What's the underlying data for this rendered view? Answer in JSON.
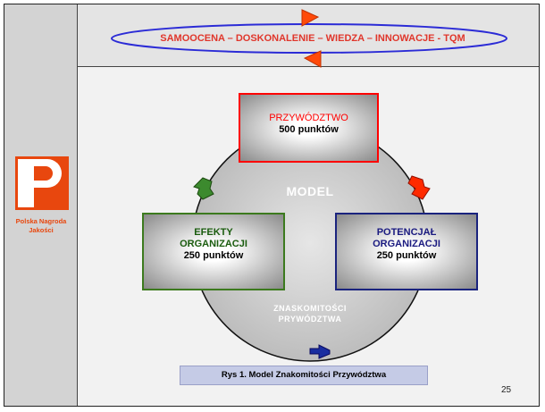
{
  "header": {
    "banner": "SAMOOCENA – DOSKONALENIE – WIEDZA – INNOWACJE - TQM"
  },
  "sidebar": {
    "logo_icon": "polska-nagroda-jakosci-logo",
    "logo_text_line1": "Polska Nagroda",
    "logo_text_line2": "Jakości"
  },
  "diagram": {
    "center_label": "MODEL",
    "bottom_caption_line1": "ZNASKOMITOŚCI",
    "bottom_caption_line2": "PRYWÓDZTWA",
    "boxes": {
      "top": {
        "title": "PRZYWÓDZTWO",
        "points": "500 punktów"
      },
      "left": {
        "title_line1": "EFEKTY",
        "title_line2": "ORGANIZACJI",
        "points": "250 punktów"
      },
      "right": {
        "title_line1": "POTENCJAŁ",
        "title_line2": "ORGANIZACJI",
        "points": "250 punktów"
      }
    },
    "colors": {
      "top_border": "#ff0000",
      "left_border": "#3c7a1e",
      "right_border": "#1a237e",
      "arrow_red": "#ff2a00",
      "arrow_green": "#3c8a2e",
      "arrow_blue": "#1a2ea0",
      "banner_ring": "#2b2bd6",
      "banner_arrow": "#ff4a0a"
    }
  },
  "caption": "Rys 1. Model Znakomitości Przywództwa",
  "page_number": "25"
}
